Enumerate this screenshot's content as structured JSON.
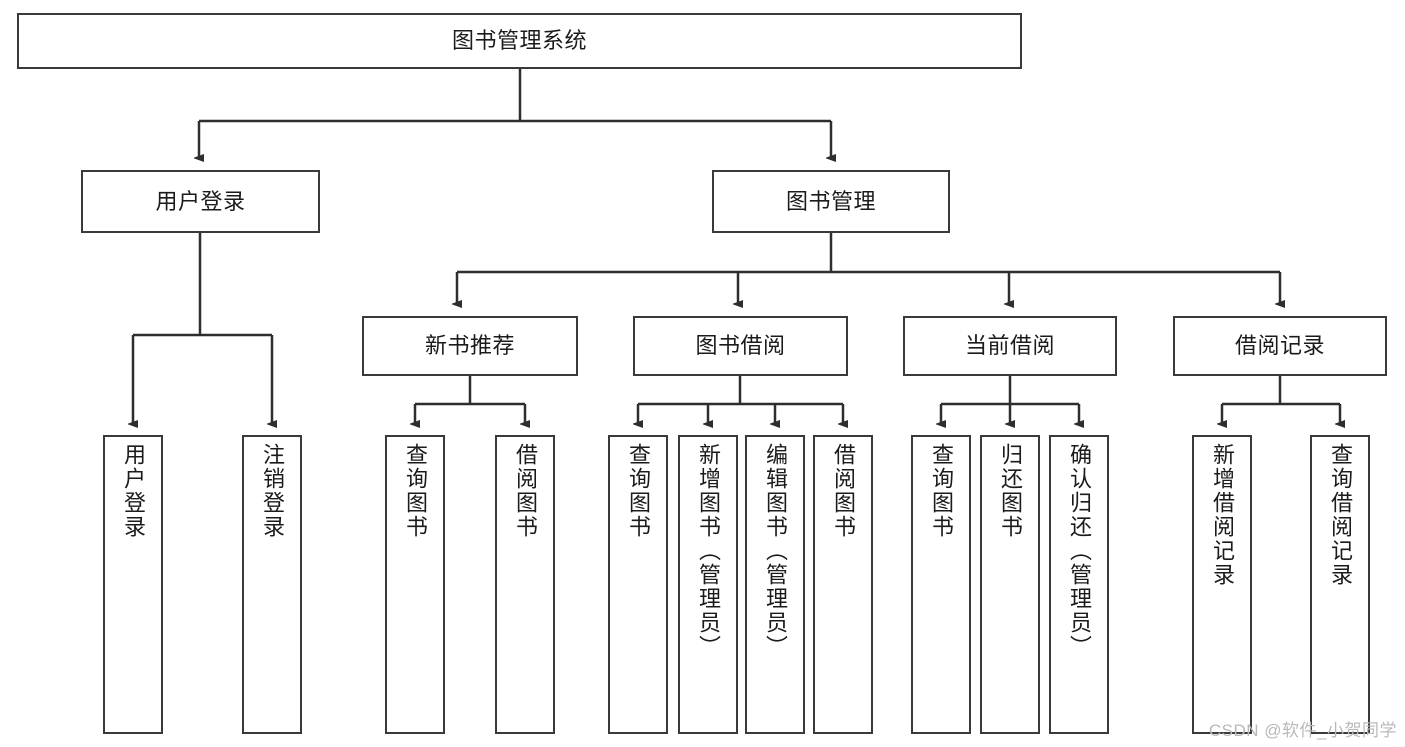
{
  "diagram": {
    "title": "图书管理系统",
    "type": "tree-hierarchy",
    "root": {
      "label": "图书管理系统"
    },
    "level2": [
      {
        "label": "用户登录"
      },
      {
        "label": "图书管理"
      }
    ],
    "level3": [
      {
        "label": "新书推荐"
      },
      {
        "label": "图书借阅"
      },
      {
        "label": "当前借阅"
      },
      {
        "label": "借阅记录"
      }
    ],
    "leaves": {
      "user_login": [
        {
          "label": "用户登录"
        },
        {
          "label": "注销登录"
        }
      ],
      "new_book_recommend": [
        {
          "label": "查询图书"
        },
        {
          "label": "借阅图书"
        }
      ],
      "book_borrow": [
        {
          "label": "查询图书"
        },
        {
          "label": "新增图书（管理员）"
        },
        {
          "label": "编辑图书（管理员）"
        },
        {
          "label": "借阅图书"
        }
      ],
      "current_borrow": [
        {
          "label": "查询图书"
        },
        {
          "label": "归还图书"
        },
        {
          "label": "确认归还（管理员）"
        }
      ],
      "borrow_record": [
        {
          "label": "新增借阅记录"
        },
        {
          "label": "查询借阅记录"
        }
      ]
    }
  },
  "watermark": {
    "text": "CSDN @软件_小贺同学"
  },
  "colors": {
    "border": "#3a3a3a",
    "text": "#1b1b1b",
    "background": "#ffffff",
    "watermark": "#b9b9b9"
  }
}
